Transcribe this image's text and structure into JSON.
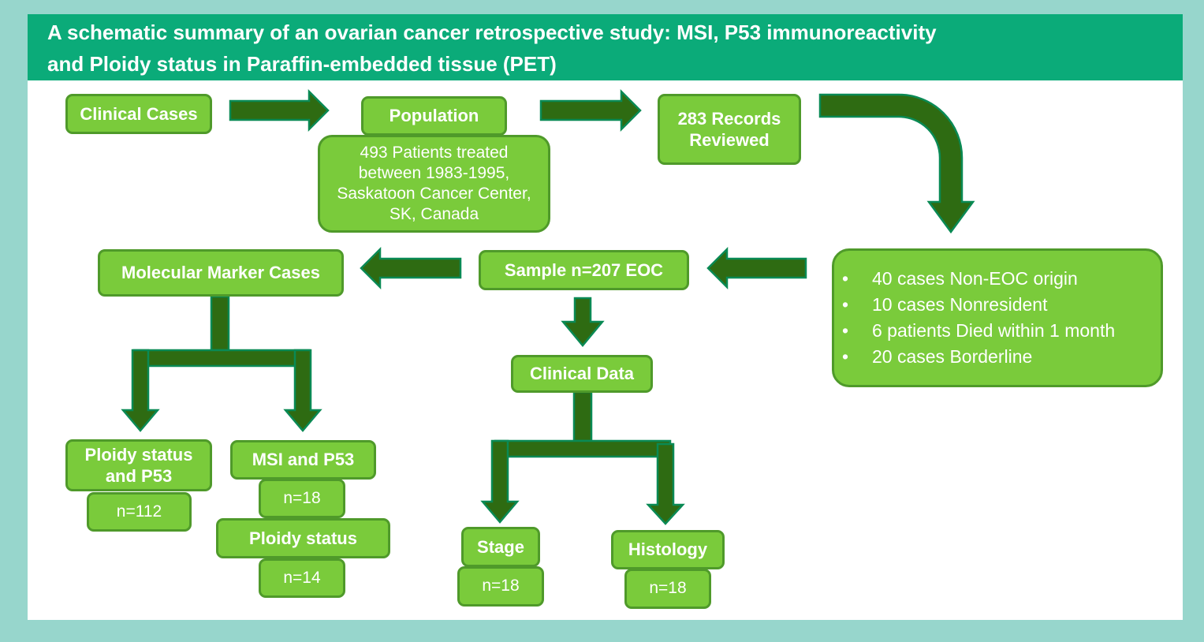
{
  "title": {
    "line1": "A schematic summary of an ovarian cancer retrospective study: MSI, P53 immunoreactivity",
    "line2": "and Ploidy status in Paraffin-embedded tissue (PET)"
  },
  "nodes": {
    "clinical_cases": "Clinical Cases",
    "population": "Population",
    "population_detail": [
      "493 Patients treated",
      "between 1983-1995,",
      "Saskatoon Cancer Center,",
      "SK, Canada"
    ],
    "records_reviewed": [
      "283 Records",
      "Reviewed"
    ],
    "exclusions": [
      "40 cases Non-EOC origin",
      "10 cases Nonresident",
      "6 patients Died within 1 month",
      "20 cases Borderline"
    ],
    "sample": "Sample n=207 EOC",
    "molecular_marker_cases": "Molecular Marker Cases",
    "clinical_data": "Clinical Data",
    "ploidy_p53": [
      "Ploidy status",
      "and P53"
    ],
    "ploidy_p53_n": "n=112",
    "msi_p53": "MSI and P53",
    "msi_p53_n": "n=18",
    "ploidy_status": "Ploidy status",
    "ploidy_status_n": "n=14",
    "stage": "Stage",
    "stage_n": "n=18",
    "histology": "Histology",
    "histology_n": "n=18"
  },
  "colors": {
    "background": "#97d6cc",
    "header": "#0bab79",
    "box_fill": "#7acb3b",
    "box_border": "#4f9a2a",
    "arrow_fill": "#2e6b12",
    "arrow_stroke": "#0a8a55"
  }
}
